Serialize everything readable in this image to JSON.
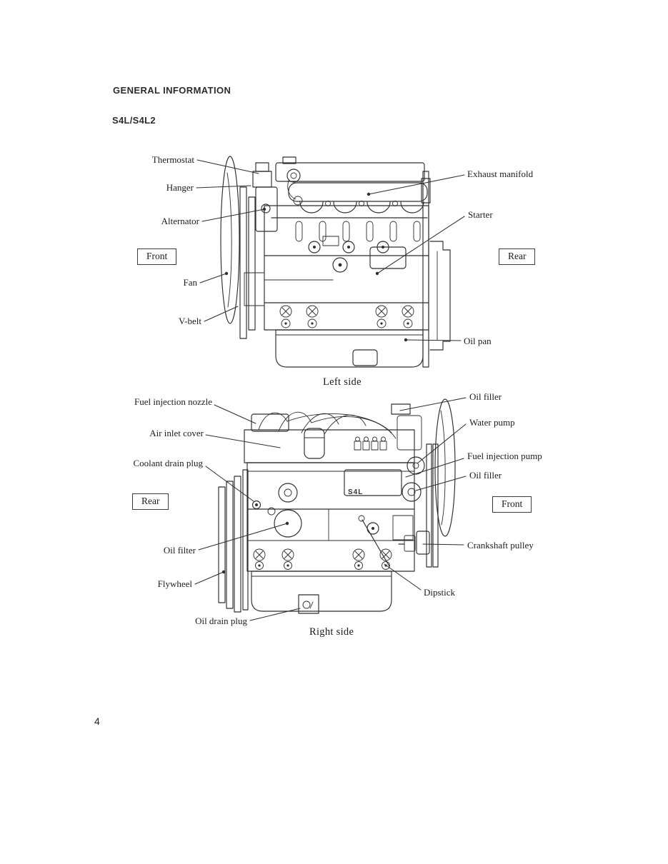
{
  "page": {
    "section_title": "GENERAL INFORMATION",
    "model": "S4L/S4L2",
    "page_number": "4"
  },
  "left_diagram": {
    "caption": "Left side",
    "front_box": "Front",
    "rear_box": "Rear",
    "labels": {
      "thermostat": "Thermostat",
      "hanger": "Hanger",
      "alternator": "Alternator",
      "fan": "Fan",
      "v_belt": "V-belt",
      "exhaust_manifold": "Exhaust manifold",
      "starter": "Starter",
      "oil_pan": "Oil pan"
    }
  },
  "right_diagram": {
    "caption": "Right side",
    "rear_box": "Rear",
    "front_box": "Front",
    "engine_marking": "S4L",
    "labels": {
      "fuel_injection_nozzle": "Fuel injection nozzle",
      "air_inlet_cover": "Air inlet cover",
      "coolant_drain_plug": "Coolant drain plug",
      "oil_filter": "Oil filter",
      "flywheel": "Flywheel",
      "oil_drain_plug": "Oil drain plug",
      "oil_filler_top": "Oil filler",
      "water_pump": "Water pump",
      "fuel_injection_pump": "Fuel injection pump",
      "oil_filler_side": "Oil filler",
      "crankshaft_pulley": "Crankshaft pulley",
      "dipstick": "Dipstick"
    }
  }
}
